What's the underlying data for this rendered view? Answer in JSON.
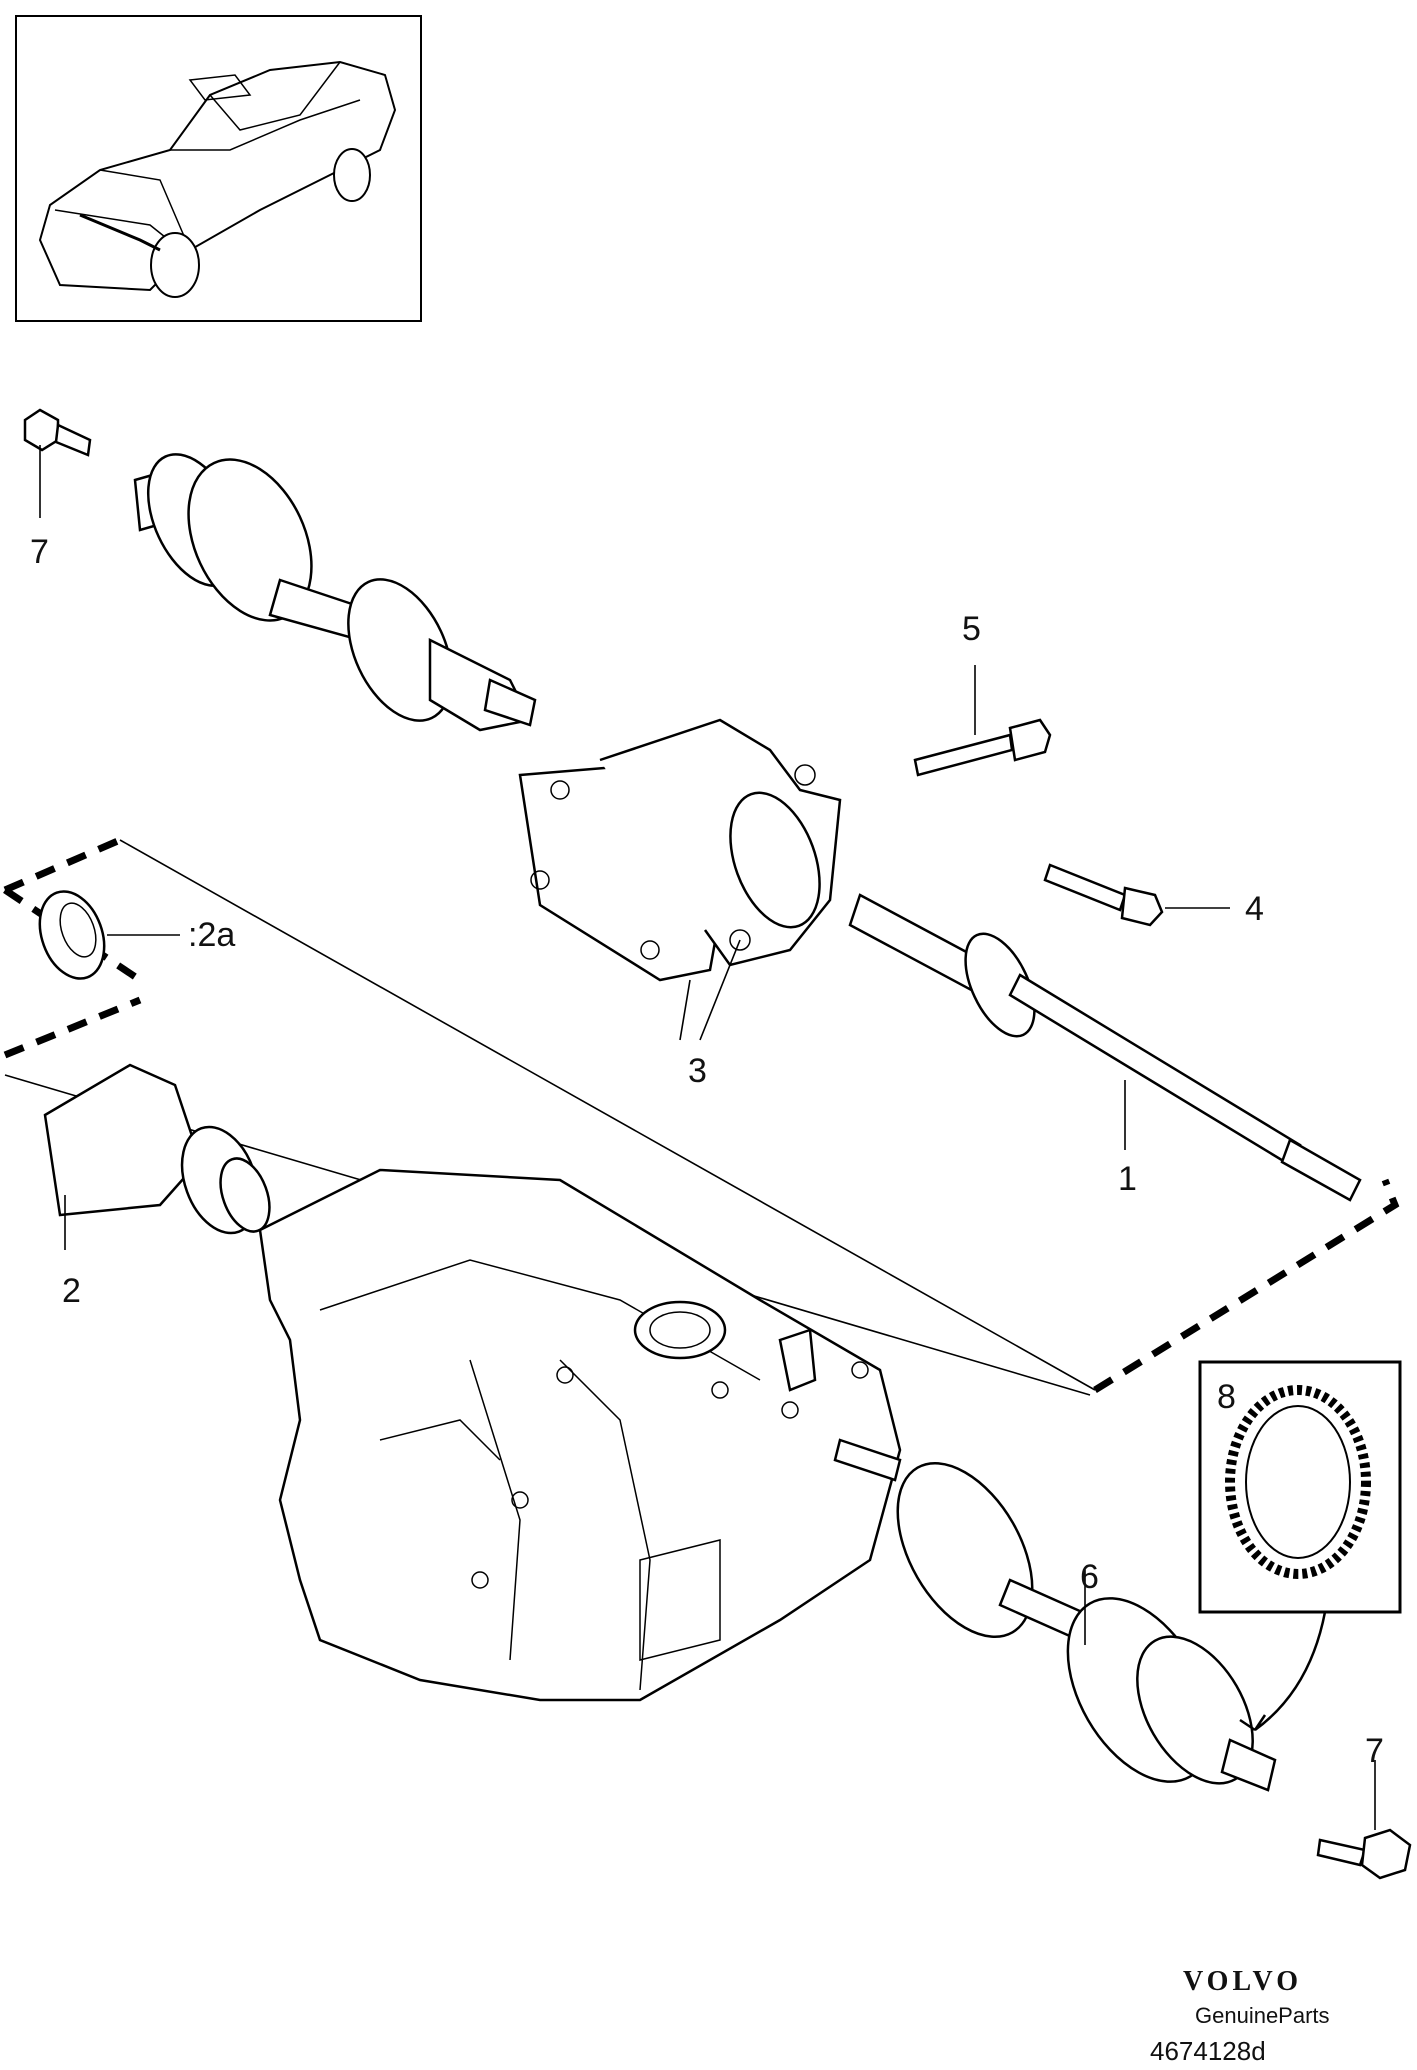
{
  "callouts": {
    "c1": "1",
    "c2": "2",
    "c2a": ":2a",
    "c3": "3",
    "c4": "4",
    "c5": "5",
    "c6": "6",
    "c7_top": "7",
    "c7_bottom": "7",
    "c8": "8"
  },
  "branding": {
    "brand": "VOLVO",
    "tagline": "GenuineParts",
    "reference": "4674128d"
  }
}
